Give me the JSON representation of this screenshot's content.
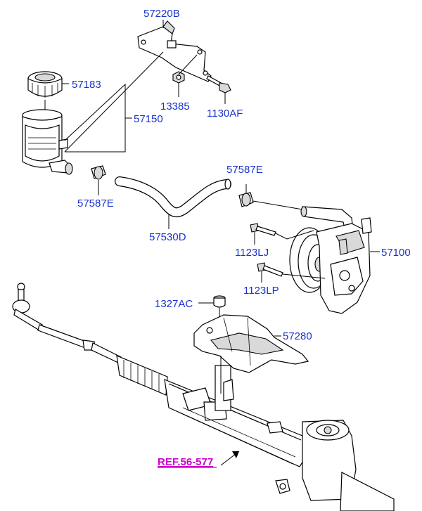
{
  "labels": {
    "bracket": "57220B",
    "cap": "57183",
    "reservoir": "57150",
    "nut": "13385",
    "bolt_af": "1130AF",
    "clamp_left": "57587E",
    "clamp_right": "57587E",
    "hose": "57530D",
    "bolt_lj": "1123LJ",
    "pump": "57100",
    "bolt_lp": "1123LP",
    "insulator": "1327AC",
    "cover": "57280",
    "ref": "REF.56-577"
  },
  "colors": {
    "label": "#1a33cc",
    "ref": "#cc00cc",
    "line": "#000000"
  }
}
